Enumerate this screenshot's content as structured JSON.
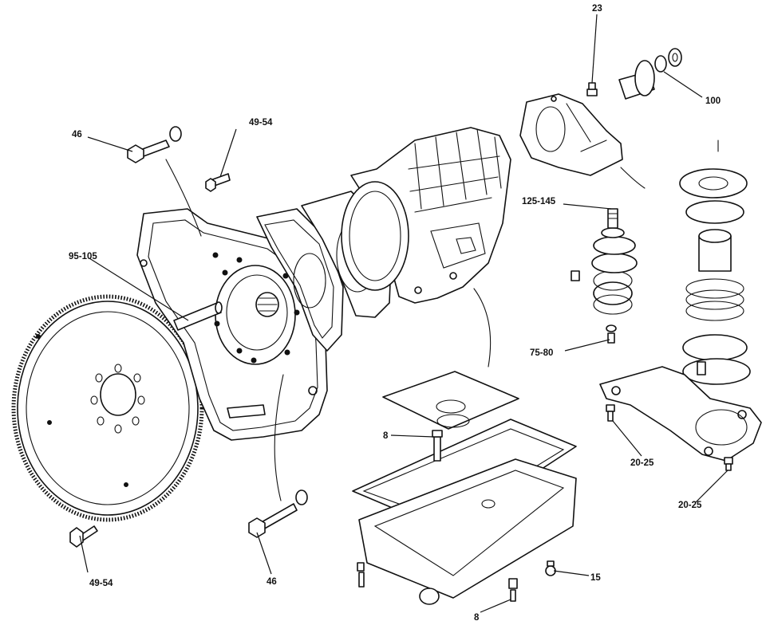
{
  "labels": {
    "bolt_46_top": "46",
    "bolt_49_54_top": "49-54",
    "shaft_95_105": "95-105",
    "bolt_49_54_bottom": "49-54",
    "bolt_46_bottom": "46",
    "bolt_8_pan": "8",
    "bolt_8_bottom": "8",
    "plug_15": "15",
    "bolt_23": "23",
    "flange_100": "100",
    "nut_125_145": "125-145",
    "nut_75_80": "75-80",
    "bolt_20_25_a": "20-25",
    "bolt_20_25_b": "20-25"
  }
}
